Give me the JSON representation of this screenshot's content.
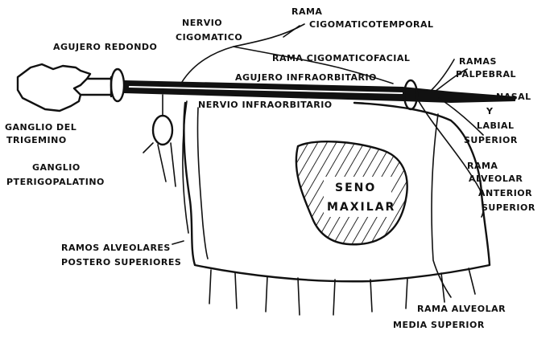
{
  "labels": {
    "nervio_cigomatico_1": "NERVIO",
    "nervio_cigomatico_2": "CIGOMATICO",
    "rama_cigomaticotemporal_1": "RAMA",
    "rama_cigomaticotemporal_2": "CIGOMATICOTEMPORAL",
    "agujero_redondo": "AGUJERO REDONDO",
    "rama_cigomaticofacial": "RAMA CIGOMATICOFACIAL",
    "ramas_palpebral_1": "RAMAS",
    "ramas_palpebral_2": "PALPEBRAL",
    "agujero_infraorbitario": "AGUJERO INFRAORBITARIO",
    "nasal": "NASAL",
    "y": "Y",
    "labial_1": "LABIAL",
    "labial_2": "SUPERIOR",
    "nervio_infraorbitario": "NERVIO INFRAORBITARIO",
    "ganglio_trigemino_1": "GANGLIO DEL",
    "ganglio_trigemino_2": "TRIGEMINO",
    "ganglio_pterigopalatino_1": "GANGLIO",
    "ganglio_pterigopalatino_2": "PTERIGOPALATINO",
    "seno_maxilar_1": "SENO",
    "seno_maxilar_2": "MAXILAR",
    "rama_alveolar_anterior_1": "RAMA",
    "rama_alveolar_anterior_2": "ALVEOLAR",
    "rama_alveolar_anterior_3": "ANTERIOR",
    "rama_alveolar_anterior_4": "SUPERIOR",
    "ramos_alveolares_1": "RAMOS ALVEOLARES",
    "ramos_alveolares_2": "POSTERO SUPERIORES",
    "rama_alveolar_media_1": "RAMA ALVEOLAR",
    "rama_alveolar_media_2": "MEDIA SUPERIOR"
  }
}
